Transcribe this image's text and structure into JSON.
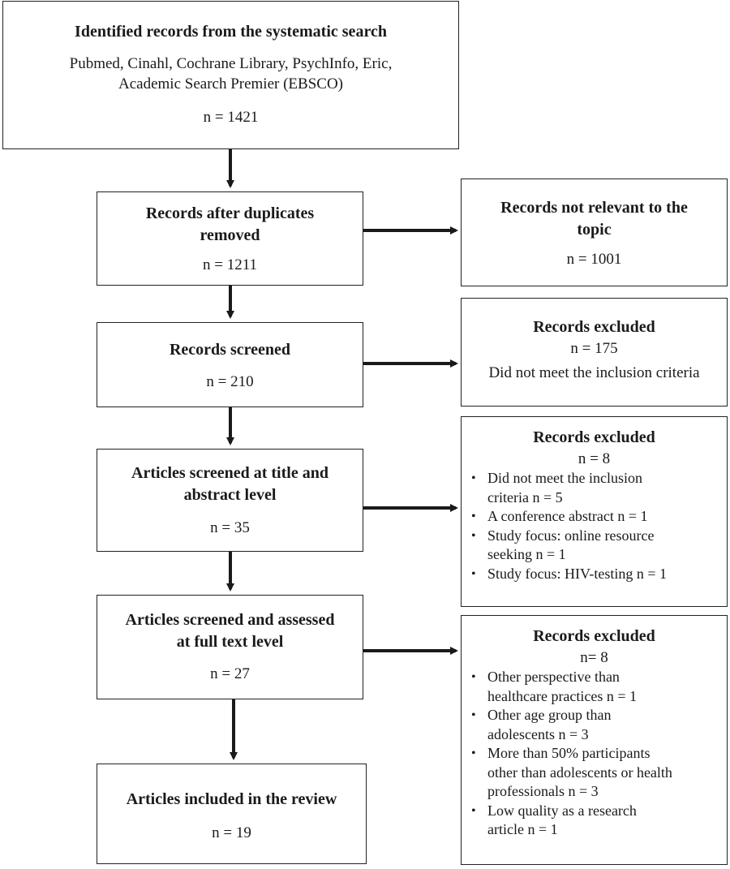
{
  "boxes": {
    "identified": {
      "title": "Identified records from the systematic search",
      "sources_line1": "Pubmed, Cinahl, Cochrane Library, PsychInfo, Eric,",
      "sources_line2": "Academic Search Premier (EBSCO)",
      "n": "n = 1421"
    },
    "duplicates": {
      "title_line1": "Records after duplicates",
      "title_line2": "removed",
      "n": "n = 1211"
    },
    "screened": {
      "title": "Records screened",
      "n": "n = 210"
    },
    "title_abstract": {
      "title_line1": "Articles screened at title and",
      "title_line2": "abstract level",
      "n": "n = 35"
    },
    "full_text": {
      "title_line1": "Articles screened and assessed",
      "title_line2": "at full text level",
      "n": "n = 27"
    },
    "included": {
      "title": "Articles included in the review",
      "n": "n = 19"
    },
    "not_relevant": {
      "title_line1": "Records not relevant to the",
      "title_line2": "topic",
      "n": "n = 1001"
    },
    "excluded_1": {
      "title": "Records excluded",
      "n": "n = 175",
      "note": "Did not meet the inclusion criteria"
    },
    "excluded_2": {
      "title": "Records excluded",
      "n": "n = 8",
      "items": [
        [
          "Did not meet the inclusion",
          "criteria n = 5"
        ],
        [
          "A conference abstract n = 1"
        ],
        [
          "Study focus: online resource",
          "seeking n = 1"
        ],
        [
          "Study focus: HIV-testing n = 1"
        ]
      ]
    },
    "excluded_3": {
      "title": "Records excluded",
      "n": "n= 8",
      "items": [
        [
          "Other perspective than",
          "healthcare practices n = 1"
        ],
        [
          "Other age group than",
          "adolescents n = 3"
        ],
        [
          "More than 50% participants",
          "other than adolescents or health",
          "professionals n = 3"
        ],
        [
          "Low quality as a research",
          "article n = 1"
        ]
      ]
    }
  }
}
